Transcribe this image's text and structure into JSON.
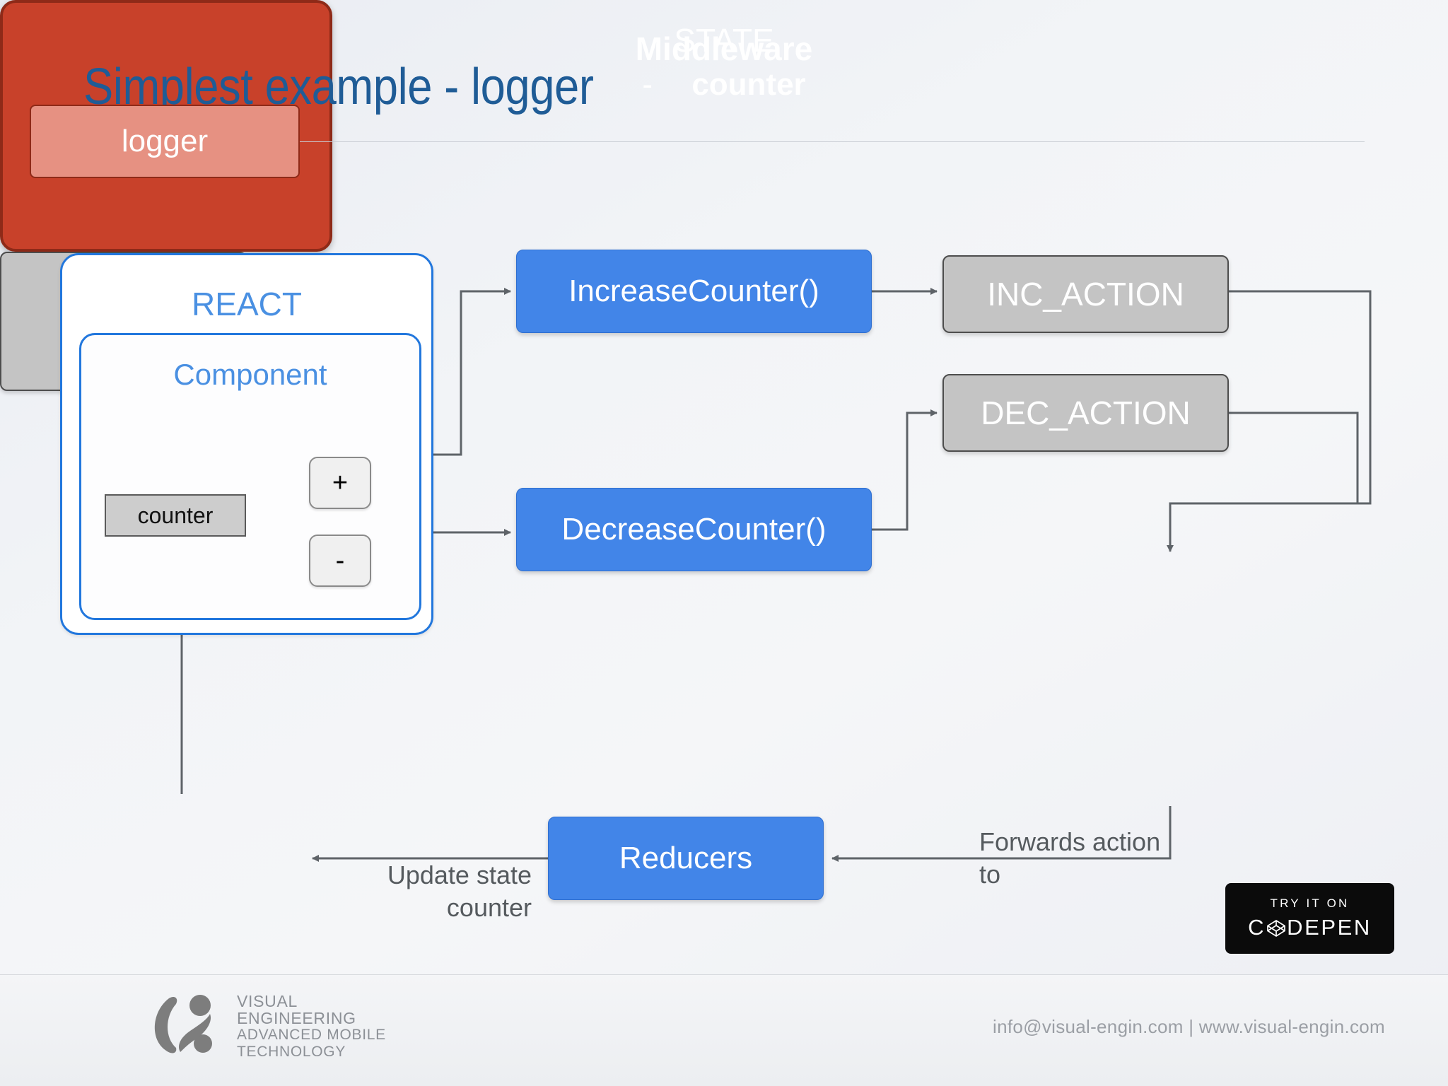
{
  "slide": {
    "title": "Simplest example - logger"
  },
  "react": {
    "title": "REACT",
    "component": {
      "title": "Component",
      "counter_label": "counter",
      "increase_button": "+",
      "decrease_button": "-"
    }
  },
  "actions": {
    "increase_fn": "IncreaseCounter()",
    "decrease_fn": "DecreaseCounter()",
    "inc_action": "INC_ACTION",
    "dec_action": "DEC_ACTION"
  },
  "middleware": {
    "title": "Middleware",
    "item": "logger"
  },
  "state": {
    "title": "STATE",
    "bullet": "-",
    "field": "counter"
  },
  "reducers": {
    "title": "Reducers"
  },
  "labels": {
    "update_state": "Update state counter",
    "forwards_action": "Forwards action to"
  },
  "codepen": {
    "try_line": "TRY IT ON",
    "brand_left": "C",
    "brand_right": "DEPEN"
  },
  "footer": {
    "logo_line1": "VISUAL",
    "logo_line2": "ENGINEERING",
    "logo_line3": "ADVANCED MOBILE",
    "logo_line4": "TECHNOLOGY",
    "contact": "info@visual-engin.com | www.visual-engin.com"
  },
  "colors": {
    "title_blue": "#1F5C96",
    "react_blue": "#2277DD",
    "action_blue": "#4285E8",
    "gray_box": "#c4c4c4",
    "middleware_red": "#C8412A",
    "middleware_inner": "#E69182",
    "wire": "#5e6368"
  }
}
